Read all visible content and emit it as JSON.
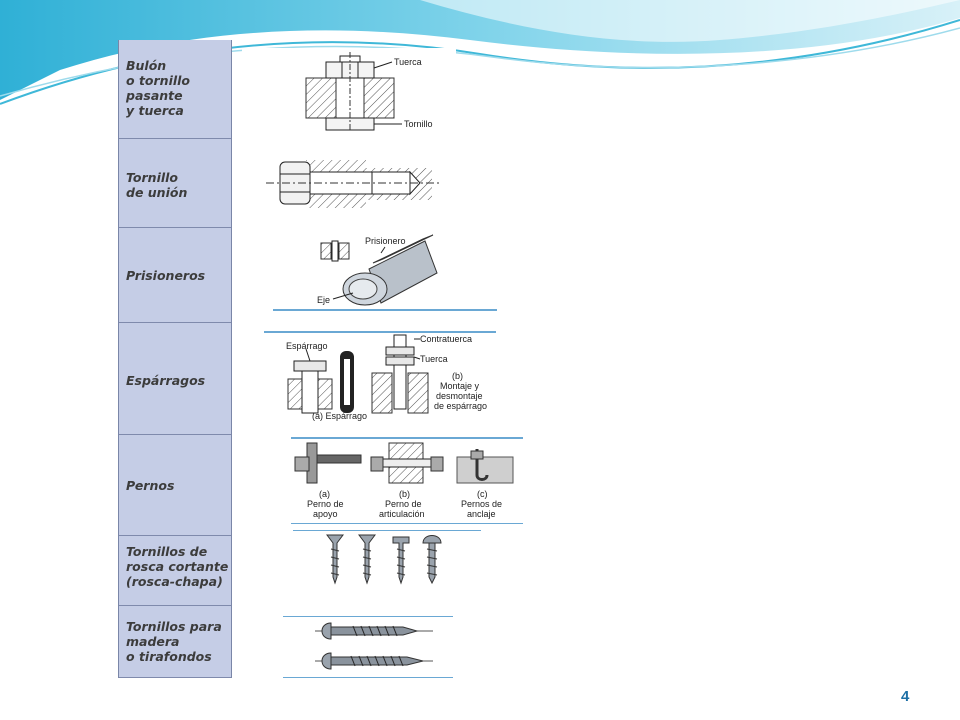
{
  "rows": [
    {
      "label": "Bulón\no tornillo\npasante\ny tuerca"
    },
    {
      "label": "Tornillo\nde unión"
    },
    {
      "label": "Prisioneros"
    },
    {
      "label": "Espárragos"
    },
    {
      "label": "Pernos"
    },
    {
      "label": "Tornillos de\nrosca cortante\n(rosca-chapa)"
    },
    {
      "label": "Tornillos para\nmadera\no tirafondos"
    }
  ],
  "illus": {
    "bulon": {
      "nut": "Tuerca",
      "bolt": "Tornillo"
    },
    "prisioneros": {
      "set": "Prisionero",
      "shaft": "Eje"
    },
    "esparragos": {
      "stud": "Espárrago",
      "locknut": "Contratuerca",
      "nut": "Tuerca",
      "cap_a": "(a) Espárrago",
      "cap_b1": "(b)",
      "cap_b2": "Montaje y",
      "cap_b3": "desmontaje",
      "cap_b4": "de espárrago"
    },
    "pernos": {
      "a1": "(a)",
      "a2": "Perno de",
      "a3": "apoyo",
      "b1": "(b)",
      "b2": "Perno de",
      "b3": "articulación",
      "c1": "(c)",
      "c2": "Pernos de",
      "c3": "anclaje"
    }
  },
  "page_number": "4",
  "colors": {
    "wave_dark": "#3fb8d8",
    "wave_light": "#b9e6f3",
    "label_bg": "#c5cde6",
    "page_num": "#1d6fa5"
  }
}
